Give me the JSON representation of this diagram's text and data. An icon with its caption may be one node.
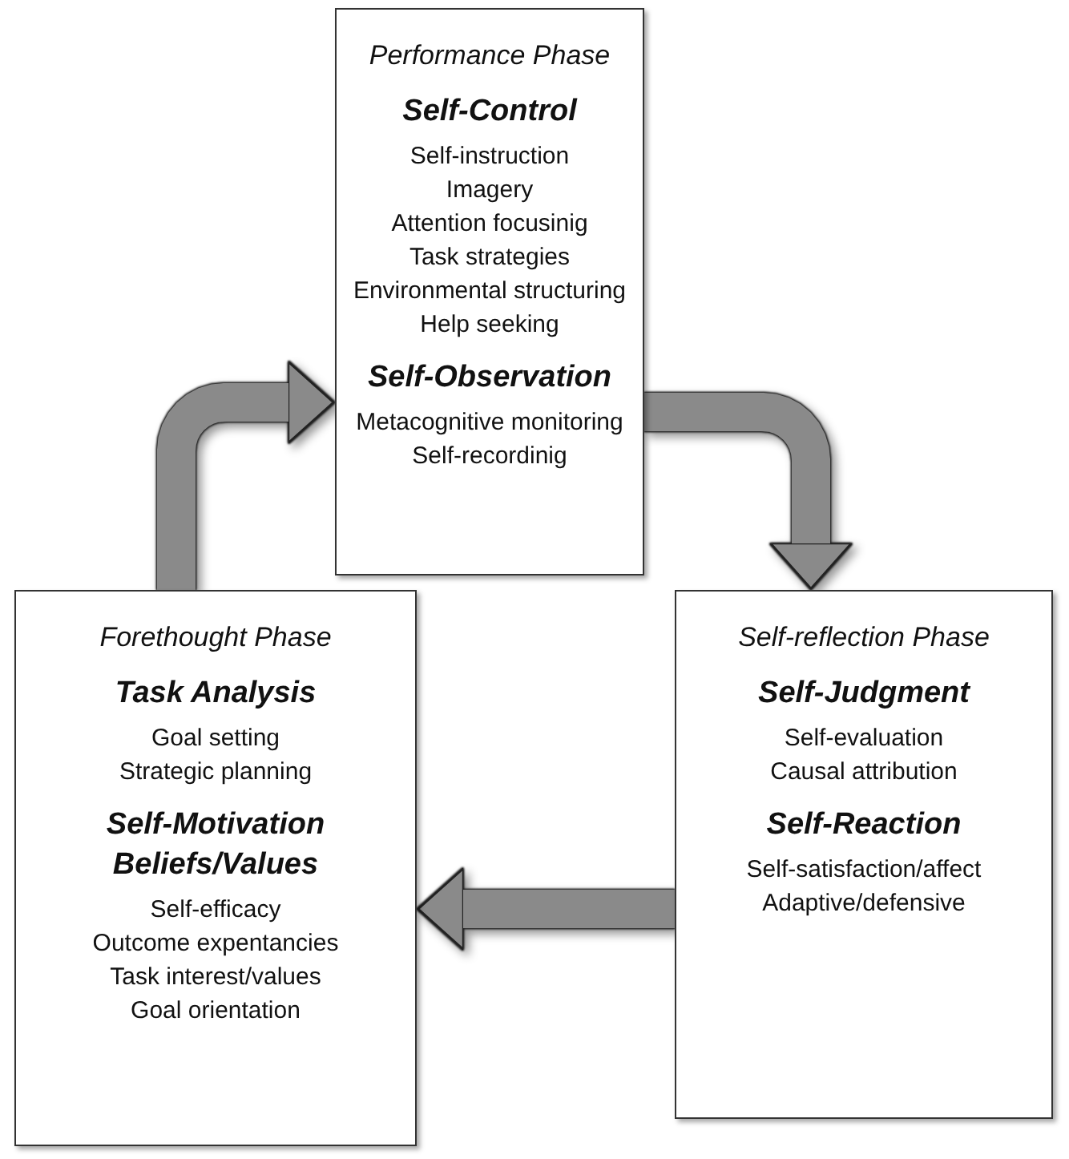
{
  "diagram": {
    "nodes": [
      {
        "text": [
          "Performance Phase",
          "Self-Control",
          "Self-instruction",
          "Imagery",
          "Attention focusinig",
          "Task strategies",
          "Environmental structuring",
          "Help seeking",
          "Self-Observation",
          "Metacognitive monitoring",
          "Self-recordinig"
        ]
      },
      {
        "text": [
          "Forethought Phase",
          "Task Analysis",
          "Goal setting",
          "Strategic planning",
          "Self-Motivation Beliefs/Values",
          "Self-efficacy",
          "Outcome expentancies",
          "Task interest/values",
          "Goal orientation"
        ]
      },
      {
        "text": [
          "Self-reflection Phase",
          "Self-Judgment",
          "Self-evaluation",
          "Causal attribution",
          "Self-Reaction",
          "Self-satisfaction/affect",
          "Adaptive/defensive"
        ]
      }
    ],
    "edges": [
      {
        "from": 1,
        "to": 0,
        "arrow": "to"
      },
      {
        "from": 0,
        "to": 2,
        "arrow": "to"
      },
      {
        "from": 2,
        "to": 1,
        "arrow": "to"
      }
    ]
  }
}
